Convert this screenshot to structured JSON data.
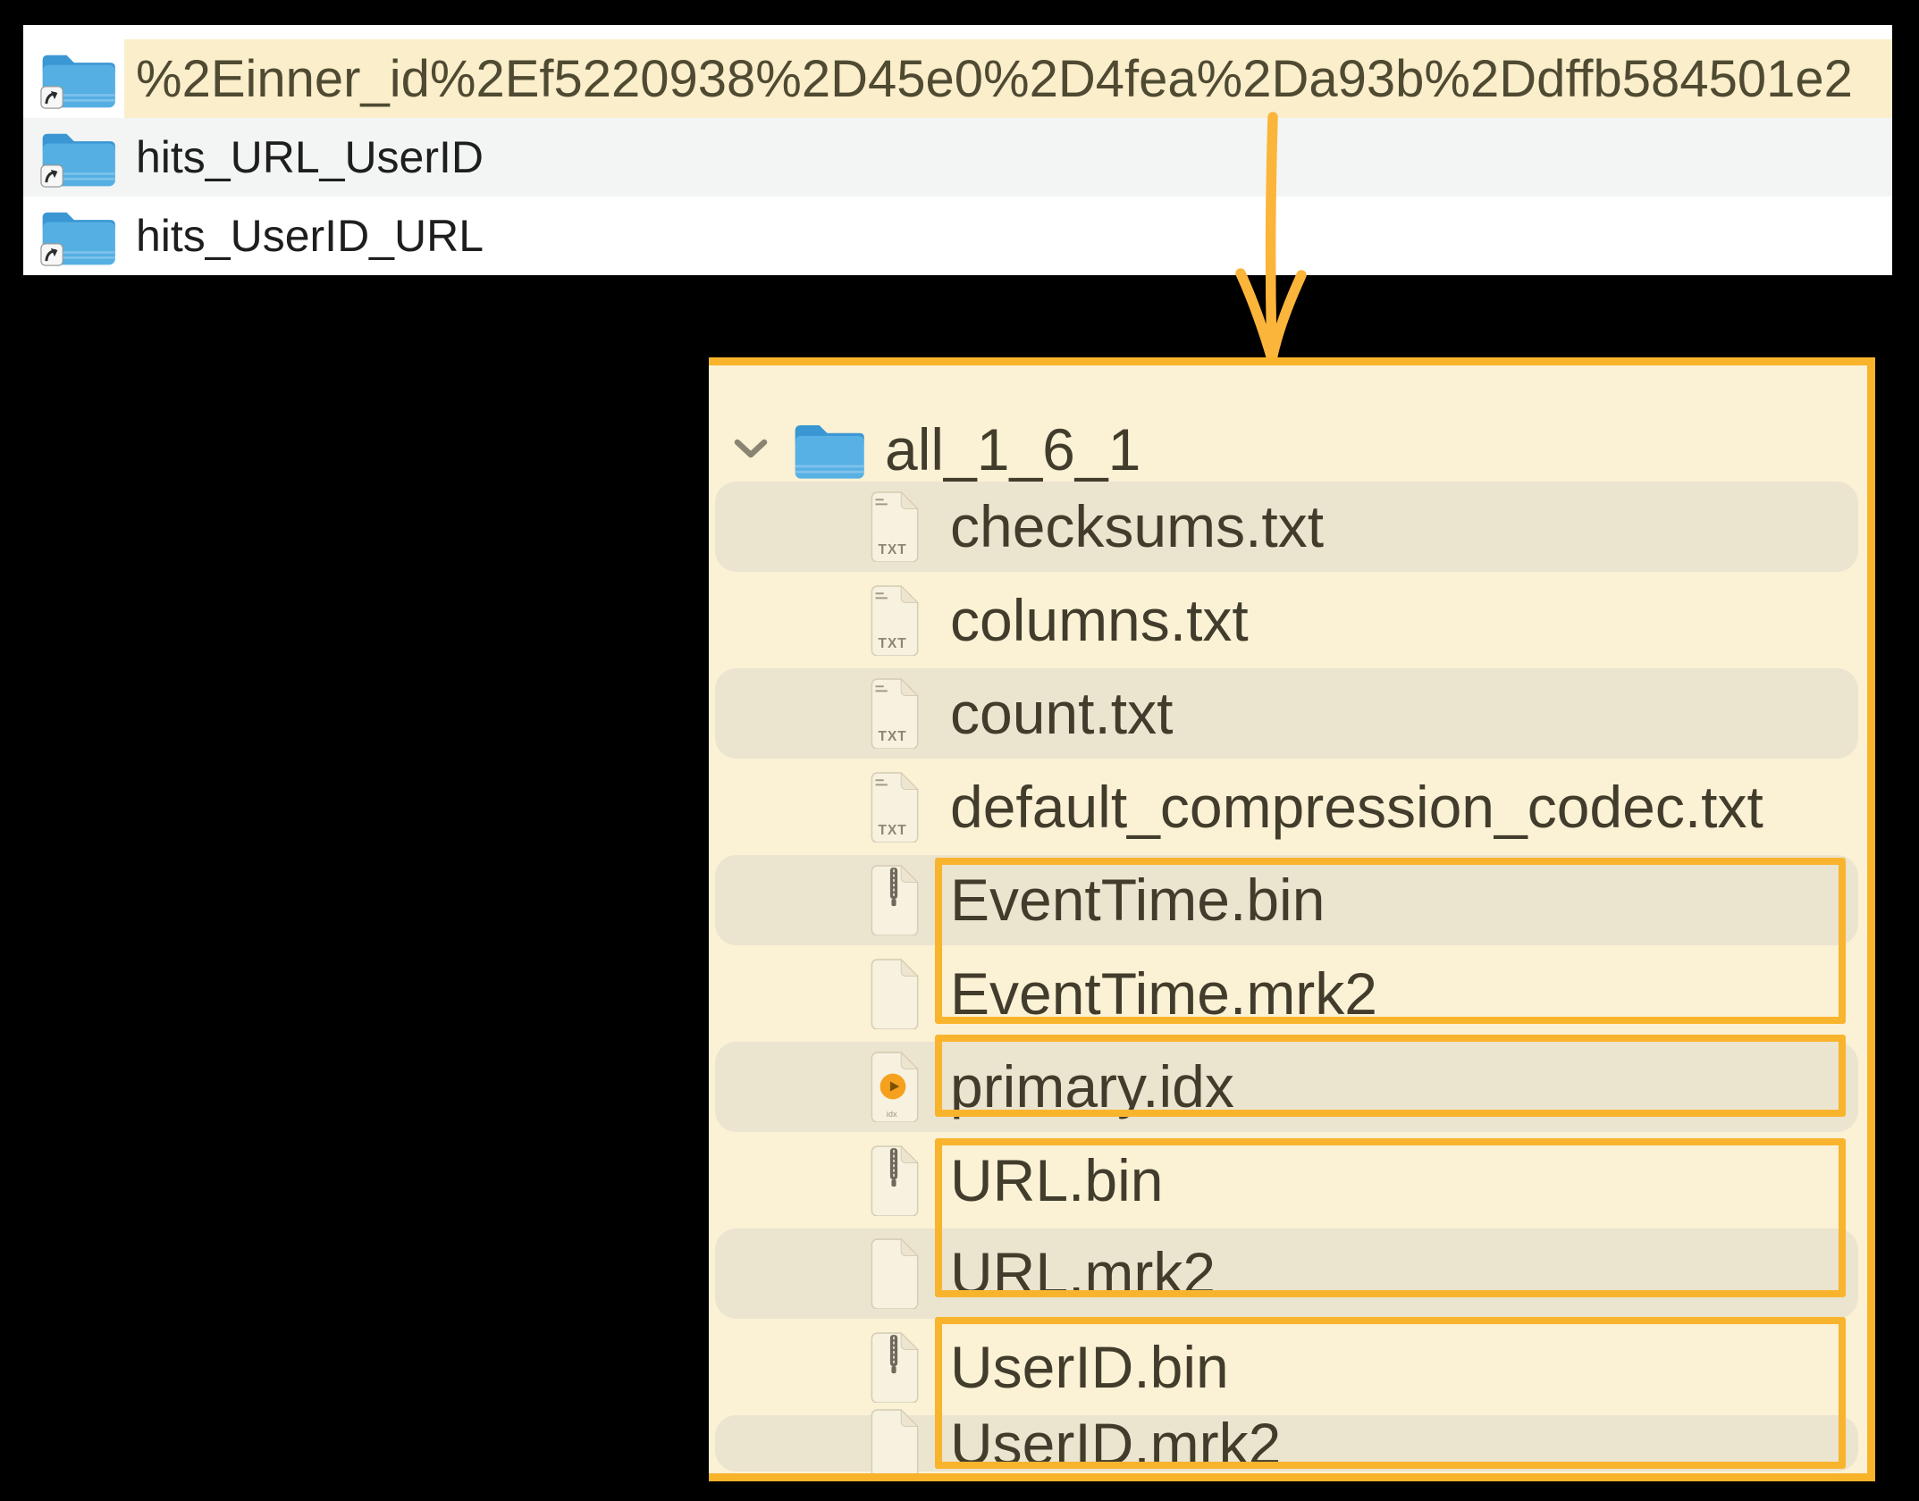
{
  "top_panel": {
    "rows": [
      {
        "label": "%2Einner_id%2Ef5220938%2D45e0%2D4fea%2Da93b%2Ddffb584501e2",
        "icon": "folder-alias",
        "selected": true
      },
      {
        "label": "hits_URL_UserID",
        "icon": "folder-alias",
        "selected": false
      },
      {
        "label": "hits_UserID_URL",
        "icon": "folder-alias",
        "selected": false
      }
    ]
  },
  "bottom_panel": {
    "folder": {
      "label": "all_1_6_1",
      "icon": "folder",
      "state": "expanded"
    },
    "files": [
      {
        "label": "checksums.txt",
        "icon": "txt-file",
        "shaded": true,
        "boxed": false
      },
      {
        "label": "columns.txt",
        "icon": "txt-file",
        "shaded": false,
        "boxed": false
      },
      {
        "label": "count.txt",
        "icon": "txt-file",
        "shaded": true,
        "boxed": false
      },
      {
        "label": "default_compression_codec.txt",
        "icon": "txt-file",
        "shaded": false,
        "boxed": false
      },
      {
        "label": "EventTime.bin",
        "icon": "bin-file",
        "shaded": true,
        "boxed": true
      },
      {
        "label": "EventTime.mrk2",
        "icon": "plain-file",
        "shaded": false,
        "boxed": true
      },
      {
        "label": "primary.idx",
        "icon": "idx-file",
        "shaded": true,
        "boxed": true
      },
      {
        "label": "URL.bin",
        "icon": "bin-file",
        "shaded": false,
        "boxed": true
      },
      {
        "label": "URL.mrk2",
        "icon": "plain-file",
        "shaded": true,
        "boxed": true
      },
      {
        "label": "UserID.bin",
        "icon": "bin-file",
        "shaded": false,
        "boxed": true
      },
      {
        "label": "UserID.mrk2",
        "icon": "plain-file",
        "shaded": true,
        "boxed": true
      }
    ],
    "txt_icon_badge": "TXT",
    "idx_icon_badge": "idx"
  },
  "colors": {
    "selection_highlight": "#fbeecb",
    "alt_row_gray": "#f3f4f4",
    "panel_background": "#fbf1d5",
    "row_shade": "#ebe4cf",
    "annotation_orange": "#f9b42d",
    "folder_blue": "#55afe3",
    "background": "#000000"
  }
}
